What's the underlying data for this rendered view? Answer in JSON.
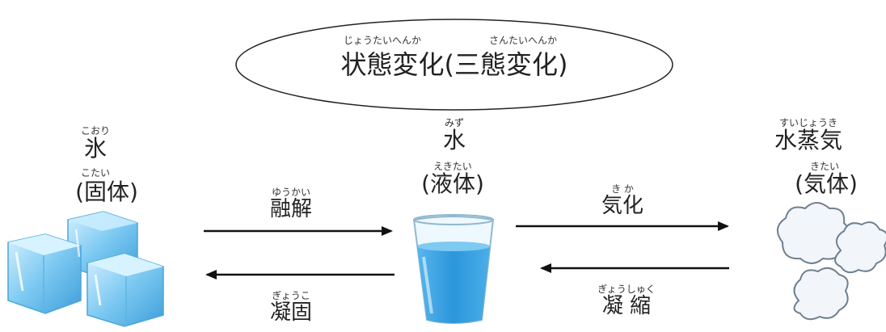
{
  "title": {
    "ruby_left": "じょうたいへんか",
    "ruby_right": "さんたいへんか",
    "text": "状態変化(三態変化)"
  },
  "states": {
    "ice": {
      "name_ruby": "こおり",
      "name": "氷",
      "form_ruby": "こたい",
      "form": "(固体)"
    },
    "water": {
      "name_ruby": "みず",
      "name": "水",
      "form_ruby": "えきたい",
      "form": "(液体)"
    },
    "vapor": {
      "name_ruby": "すいじょうき",
      "name": "水蒸気",
      "form_ruby": "きたい",
      "form": "(気体)"
    }
  },
  "transitions": {
    "melting": {
      "ruby": "ゆうかい",
      "label": "融解"
    },
    "freezing": {
      "ruby": "ぎょうこ",
      "label": "凝固"
    },
    "vaporization": {
      "ruby": "き か",
      "label": "気化"
    },
    "condensation": {
      "ruby": "ぎょうしゅく",
      "label": "凝 縮"
    }
  },
  "colors": {
    "ice": "#7cc9f2",
    "water": "#3aa0e0",
    "arrow": "#111111",
    "cloud": "#6f8090"
  },
  "icons": [
    "ice-cubes-icon",
    "water-glass-icon",
    "steam-clouds-icon"
  ]
}
